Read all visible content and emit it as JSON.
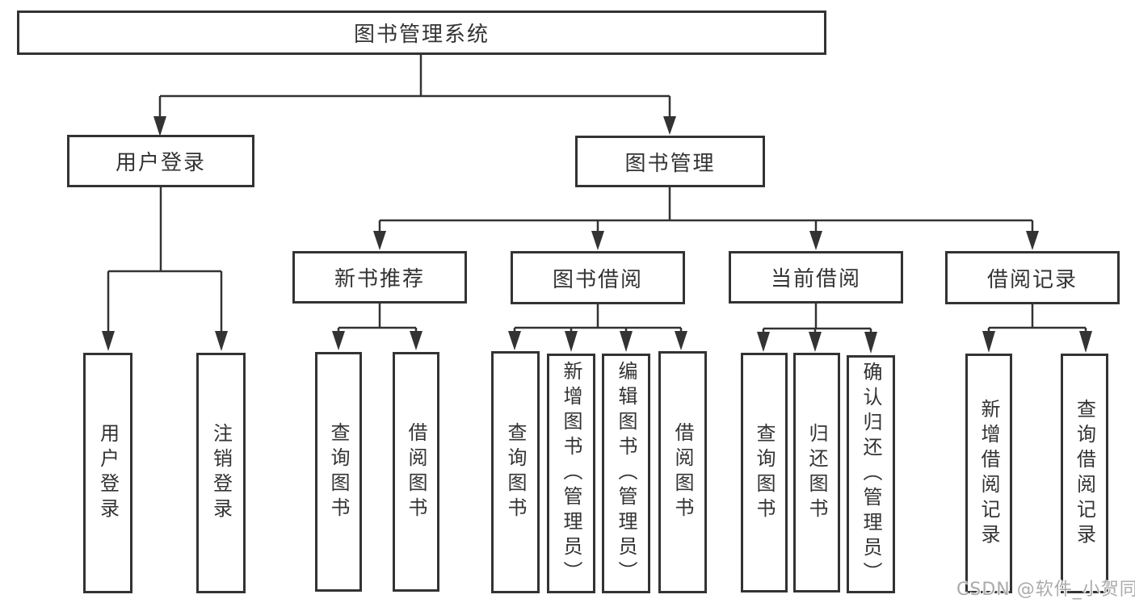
{
  "diagram": {
    "kind": "function-structure-tree",
    "tree": {
      "root": "图书管理系统",
      "branches": [
        {
          "label": "用户登录",
          "children": [
            {
              "label": "用户登录"
            },
            {
              "label": "注销登录"
            }
          ]
        },
        {
          "label": "图书管理",
          "groups": [
            {
              "label": "新书推荐",
              "children": [
                {
                  "label": "查询图书"
                },
                {
                  "label": "借阅图书"
                }
              ]
            },
            {
              "label": "图书借阅",
              "children": [
                {
                  "label": "查询图书"
                },
                {
                  "label": "新增图书（管理员）"
                },
                {
                  "label": "编辑图书（管理员）"
                },
                {
                  "label": "借阅图书"
                }
              ]
            },
            {
              "label": "当前借阅",
              "children": [
                {
                  "label": "查询图书"
                },
                {
                  "label": "归还图书"
                },
                {
                  "label": "确认归还（管理员）"
                }
              ]
            },
            {
              "label": "借阅记录",
              "children": [
                {
                  "label": "新增借阅记录"
                },
                {
                  "label": "查询借阅记录"
                }
              ]
            }
          ]
        }
      ]
    }
  },
  "watermark": {
    "text": "CSDN @软件_小贺同学",
    "color": "#ababab"
  },
  "colors": {
    "line": "#333333",
    "text": "#333333",
    "background": "#ffffff"
  }
}
